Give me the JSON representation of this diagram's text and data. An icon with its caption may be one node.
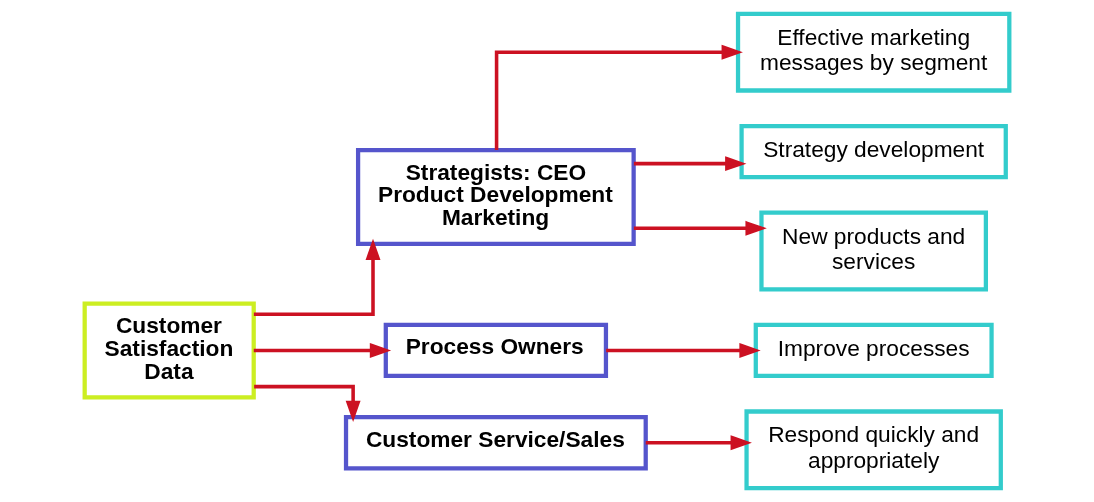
{
  "diagram": {
    "nodes": [
      {
        "text": [
          "Customer Satisfaction Data"
        ]
      },
      {
        "text": [
          "Strategists: CEO Product Development Marketing"
        ]
      },
      {
        "text": [
          "Process Owners"
        ]
      },
      {
        "text": [
          "Customer Service/Sales"
        ]
      },
      {
        "text": [
          "Effective marketing messages by segment"
        ]
      },
      {
        "text": [
          "Strategy development"
        ]
      },
      {
        "text": [
          "New products and services"
        ]
      },
      {
        "text": [
          "Improve processes"
        ]
      },
      {
        "text": [
          "Respond quickly and appropriately"
        ]
      }
    ],
    "edges": [
      {
        "from": 0,
        "to": 1,
        "arrow": "to"
      },
      {
        "from": 0,
        "to": 2,
        "arrow": "to"
      },
      {
        "from": 0,
        "to": 3,
        "arrow": "to"
      },
      {
        "from": 1,
        "to": 4,
        "arrow": "to"
      },
      {
        "from": 1,
        "to": 5,
        "arrow": "to"
      },
      {
        "from": 1,
        "to": 6,
        "arrow": "to"
      },
      {
        "from": 2,
        "to": 7,
        "arrow": "to"
      },
      {
        "from": 3,
        "to": 8,
        "arrow": "to"
      }
    ]
  }
}
